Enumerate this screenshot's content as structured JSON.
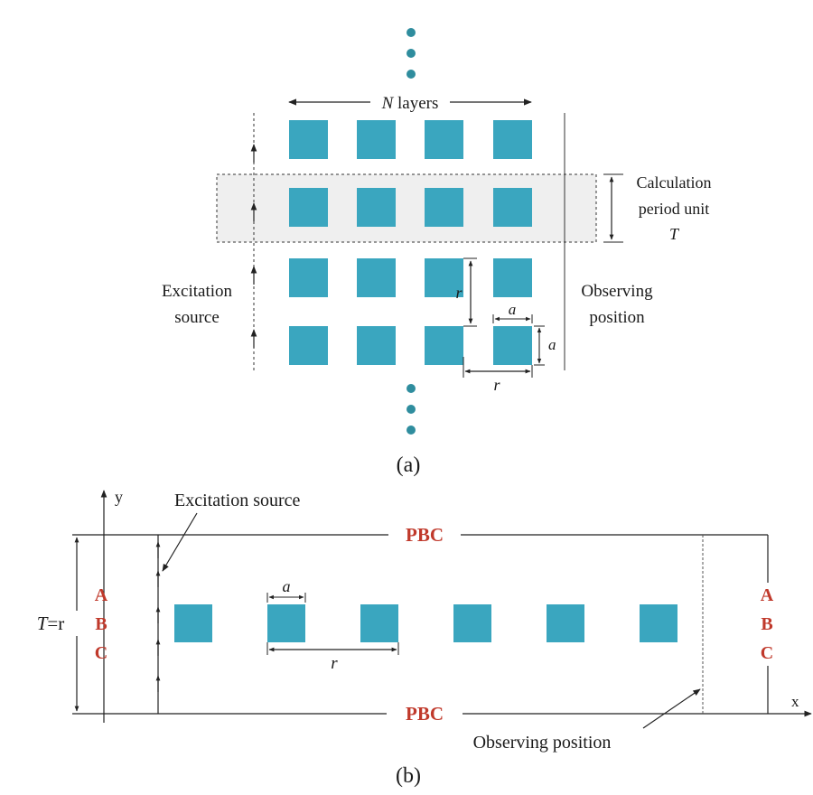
{
  "colors": {
    "cell": "#3aa6bf",
    "dot": "#2f8d9e",
    "abc": "#c0392b",
    "band": "#efefef",
    "line": "#222222"
  },
  "panel_a": {
    "layers_label_italic": "N",
    "layers_label": " layers",
    "calc_line1": "Calculation",
    "calc_line2": "period unit",
    "calc_line3": "T",
    "excitation_line1": "Excitation",
    "excitation_line2": "source",
    "observing_line1": "Observing",
    "observing_line2": "position",
    "dim_r_vertical": "r",
    "dim_r_horizontal": "r",
    "dim_a_top": "a",
    "dim_a_side": "a",
    "caption": "(a)"
  },
  "panel_b": {
    "axis_y": "y",
    "axis_x": "x",
    "excitation": "Excitation source",
    "pbc_top": "PBC",
    "pbc_bottom": "PBC",
    "abc_left": [
      "A",
      "B",
      "C"
    ],
    "abc_right": [
      "A",
      "B",
      "C"
    ],
    "period_label": "T",
    "period_eq": "=r",
    "dim_a": "a",
    "dim_r": "r",
    "observing": "Observing position",
    "caption": "(b)"
  }
}
